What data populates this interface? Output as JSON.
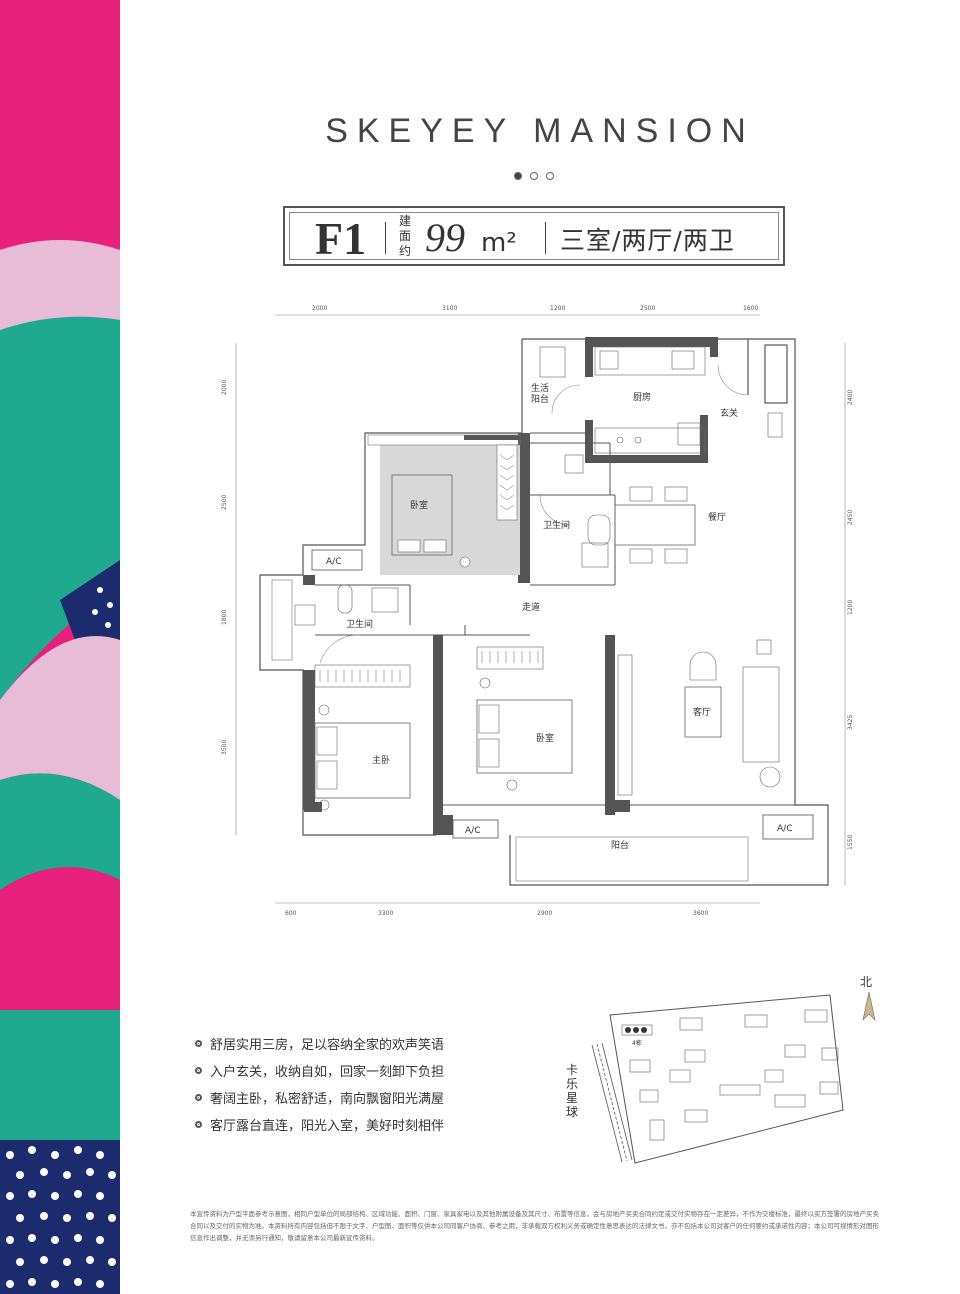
{
  "brand": {
    "name": "SKEYEY MANSION",
    "dots_active": 0
  },
  "header": {
    "code": "F1",
    "area_label": "建面约",
    "area_value": "99",
    "area_unit": "m²",
    "layout": "三室/两厅/两卫"
  },
  "floorplan": {
    "rooms": {
      "balcony_service": "生活阳台",
      "kitchen": "厨房",
      "entrance": "玄关",
      "bedroom_top": "卧室",
      "bathroom_1": "卫生间",
      "dining": "餐厅",
      "corridor": "走道",
      "bathroom_2": "卫生间",
      "master_bedroom": "主卧",
      "bedroom_mid": "卧室",
      "living": "客厅",
      "balcony": "阳台"
    },
    "ac_label": "A/C",
    "dims_top": [
      "2000",
      "3100",
      "1200",
      "2500",
      "1600"
    ],
    "dims_bottom": [
      "600",
      "3300",
      "2900",
      "3600"
    ],
    "dims_left": [
      "2000",
      "2500",
      "1800",
      "3500"
    ],
    "dims_right": [
      "2400",
      "2450",
      "1200",
      "3425",
      "1550"
    ]
  },
  "features": [
    "舒居实用三房，足以容纳全家的欢声笑语",
    "入户玄关，收纳自如，回家一刻卸下负担",
    "奢阔主卧，私密舒适，南向飘窗阳光满屋",
    "客厅露台直连，阳光入室，美好时刻相伴"
  ],
  "site_plan": {
    "north_label": "北",
    "road_label": "卡乐星球",
    "building_label": "4栋"
  },
  "disclaimer": "本宣传资料为户型平面参考示意图，相同户型单位的局部结构、区域功能、面积、门窗、家具家电以及其他附属设备及其尺寸、布置等信息，会与房地产买卖合同约定或交付实物存在一定差异，不作为交楼标准，最终以买方签署的房地产买卖合同以及交付的实物为准。本资料所有内容包括但不限于文字、户型图、面积等仅供本公司同客户协商、参考之用，非承载双方权利义务或确定性意思表达的法律文书，亦不包括本公司对客户的任何要约或承诺性内容；本公司可视情形对图形信息作出调整，并无须另行通知，敬请留意本公司最新宣传资料。",
  "colors": {
    "magenta": "#e6207b",
    "teal": "#1faa8f",
    "pink_light": "#e8bcd6",
    "navy": "#1c2a6e",
    "wall": "#555555"
  }
}
